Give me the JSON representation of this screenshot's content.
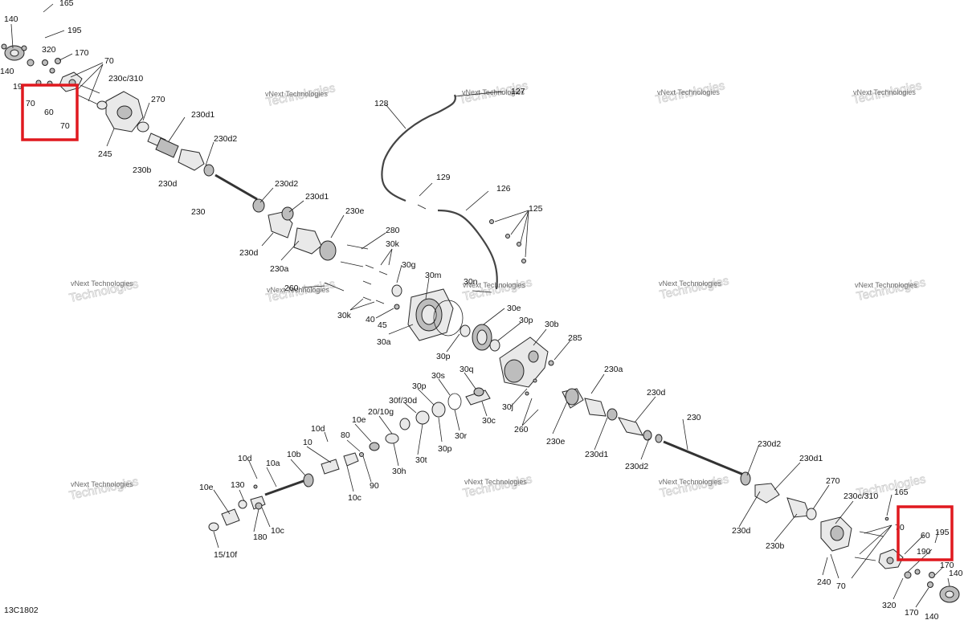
{
  "diagram_code": "13C1802",
  "watermark_line1": "vNext Technologies",
  "watermark_line2": "Technologies",
  "labels": {
    "l165a": "165",
    "l195a": "195",
    "l140a": "140",
    "l320a": "320",
    "l170a": "170",
    "l70a": "70",
    "l230c310a": "230c/310",
    "l19a": "19",
    "l70b": "70",
    "l60a": "60",
    "l70c": "70",
    "l270a": "270",
    "l230d1a": "230d1",
    "l230d2a": "230d2",
    "l245": "245",
    "l230ba": "230b",
    "l230da": "230d",
    "l230a": "230",
    "l230d2b": "230d2",
    "l230d1b": "230d1",
    "l230dc": "230d",
    "l230aa": "230a",
    "l230ea": "230e",
    "l280": "280",
    "l30ka": "30k",
    "l30g": "30g",
    "l260a": "260",
    "l30m": "30m",
    "l30ka2": "30k",
    "l40": "40",
    "l45": "45",
    "l30a": "30a",
    "l30n": "30n",
    "l30e": "30e",
    "l30pa": "30p",
    "l30b": "30b",
    "l30pb": "30p",
    "l128": "128",
    "l127": "127",
    "l129": "129",
    "l126": "126",
    "l125": "125",
    "l285": "285",
    "l230ab": "230a",
    "l30q": "30q",
    "l30s": "30s",
    "l30pc": "30p",
    "l30c": "30c",
    "l30j": "30j",
    "l260b": "260",
    "l230eb": "230e",
    "l230d1c": "230d1",
    "l230db": "230d",
    "l230d2c": "230d2",
    "l230b": "230",
    "l30f30d": "30f/30d",
    "l30r": "30r",
    "l20_10g": "20/10g",
    "l10e": "10e",
    "l10d": "10d",
    "l80": "80",
    "l30t": "30t",
    "l30pd": "30p",
    "l30h": "30h",
    "l10": "10",
    "l90": "90",
    "l10b": "10b",
    "l10da": "10d",
    "l10a": "10a",
    "l10c": "10c",
    "l10ca": "10c",
    "l10ea": "10e",
    "l130": "130",
    "l180": "180",
    "l15_10f": "15/10f",
    "l230d2d": "230d2",
    "l230d1d": "230d1",
    "l270b": "270",
    "l230c310b": "230c/310",
    "l165b": "165",
    "l230dd": "230d",
    "l230bb": "230b",
    "l70d": "70",
    "l60b": "60",
    "l195b": "195",
    "l190": "190",
    "l240": "240",
    "l70e": "70",
    "l170b": "170",
    "l140b": "140",
    "l320b": "320",
    "l170c": "170",
    "l140c": "140"
  },
  "highlight_boxes": [
    "callout-box-upper-left",
    "callout-box-lower-right"
  ],
  "colors": {
    "highlight": "#e0191f",
    "ink": "#222222",
    "watermark": "#6a6a6a"
  }
}
